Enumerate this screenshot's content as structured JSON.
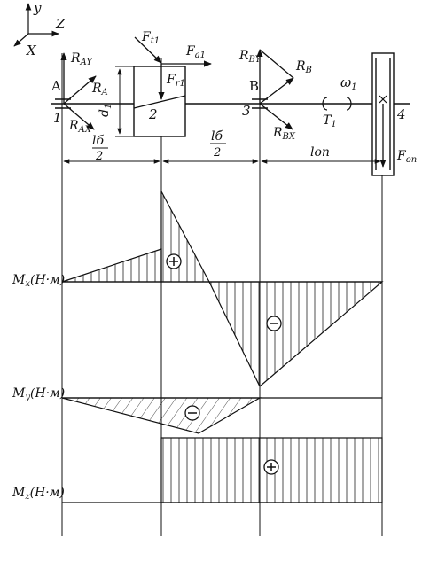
{
  "axes": {
    "y": "y",
    "z": "Z",
    "x": "X"
  },
  "forces": {
    "ft1": "F",
    "ft1_sub": "t1",
    "fr1": "F",
    "fr1_sub": "r1",
    "fa1": "F",
    "fa1_sub": "a1",
    "fop": "F",
    "fop_sub": "оп"
  },
  "reactions": {
    "ray": "R",
    "ray_sub": "AY",
    "ra": "R",
    "ra_sub": "A",
    "rax": "R",
    "rax_sub": "AX",
    "rby": "R",
    "rby_sub": "BY",
    "rb": "R",
    "rb_sub": "B",
    "rbx": "R",
    "rbx_sub": "BX"
  },
  "points": {
    "a": "A",
    "b": "B",
    "n1": "1",
    "n2": "2",
    "n3": "3",
    "n4": "4"
  },
  "misc": {
    "d1": "d",
    "d1_sub": "1",
    "omega": "ω",
    "omega_sub": "1",
    "t1": "T",
    "t1_sub": "1"
  },
  "dims": {
    "lb_half_1": "lб",
    "two_1": "2",
    "lb_half_2": "lб",
    "two_2": "2",
    "lop": "lоп"
  },
  "moments": {
    "mx": "M",
    "mx_sub": "x",
    "mx_unit": "(Н·м)",
    "my": "M",
    "my_sub": "y",
    "my_unit": "(Н·м)",
    "mz": "M",
    "mz_sub": "z",
    "mz_unit": "(Н·м)"
  }
}
